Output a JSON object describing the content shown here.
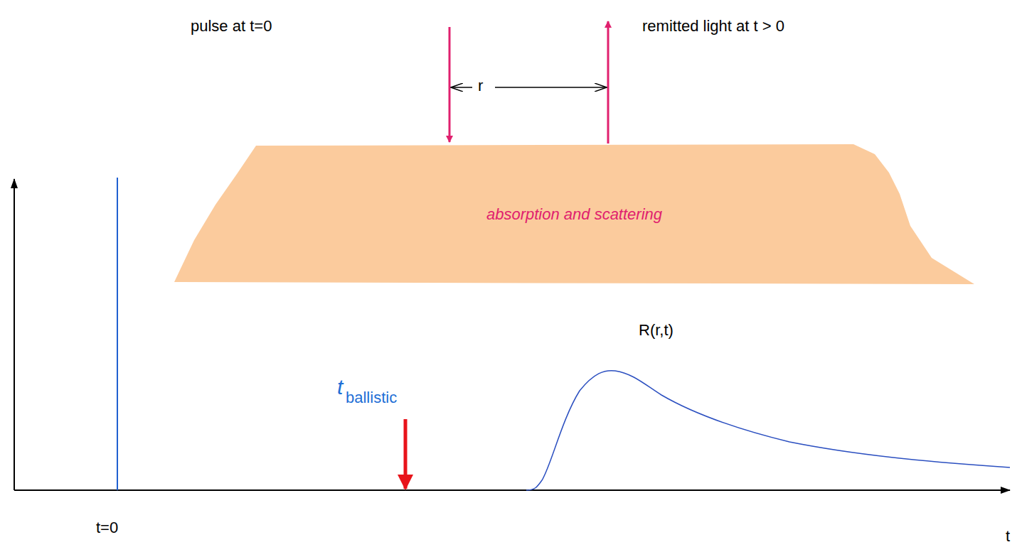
{
  "diagram": {
    "nodes": [
      {
        "text": [
          "absorption and scattering"
        ]
      }
    ],
    "labels": [
      "pulse at t=0",
      "remitted light at t > 0",
      "r",
      "R(r,t)",
      "t",
      "ballistic",
      "t=0",
      "t"
    ]
  }
}
